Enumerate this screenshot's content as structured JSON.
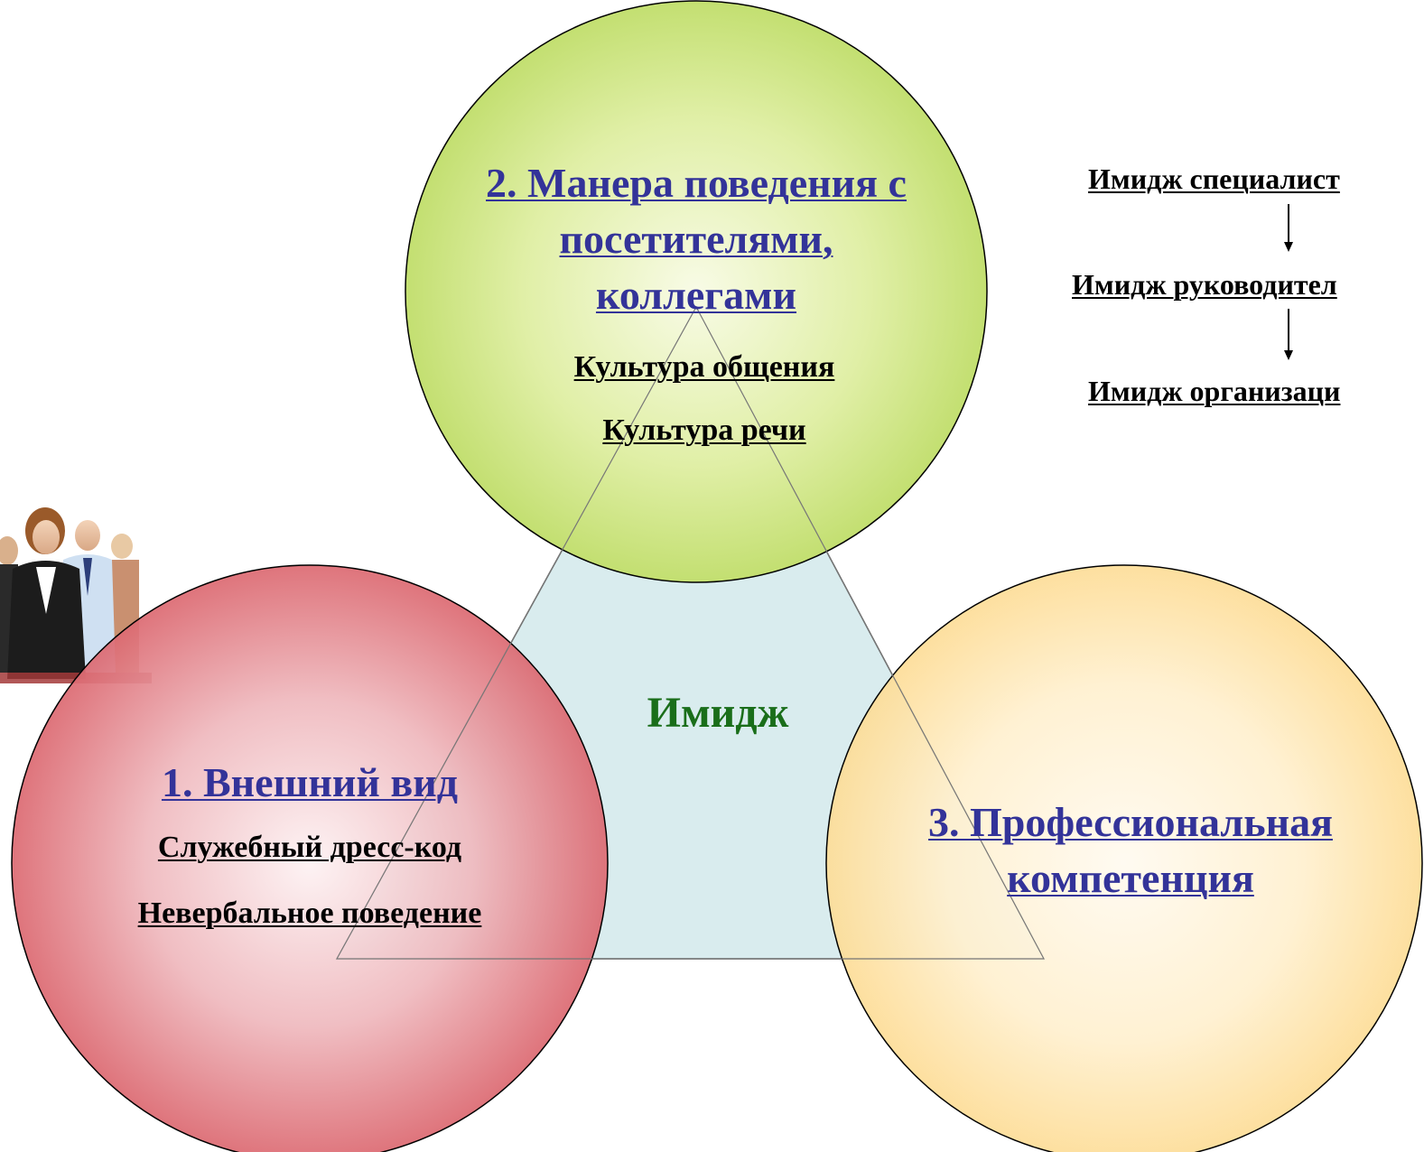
{
  "center_label": "Имидж",
  "circles": {
    "appearance": {
      "title": "1. Внешний вид",
      "items": [
        "Служебный дресс-код",
        "Невербальное поведение"
      ],
      "color": "#e06b73"
    },
    "manner": {
      "title_lines": [
        "2. Манера поведения с",
        "посетителями,",
        "коллегами"
      ],
      "items": [
        "Культура общения",
        "Культура речи"
      ],
      "color": "#c7e27a"
    },
    "competence": {
      "title_lines": [
        "3. Профессиональная",
        "компетенция"
      ],
      "color": "#fde0a0"
    }
  },
  "chain": [
    "Имидж специалист",
    "Имидж руководител",
    "Имидж организаци"
  ],
  "colors": {
    "triangle_fill": "#d9ecee",
    "link_text": "#333399",
    "center_text": "#1a6e1a"
  },
  "icons": {
    "photo": "business-team-photo"
  }
}
